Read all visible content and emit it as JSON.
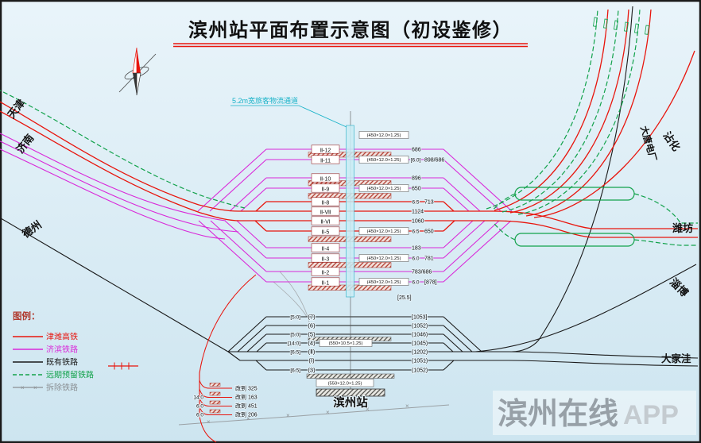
{
  "title": "滨州站平面布置示意图（初设鉴修）",
  "corridor_note": "5.2m宽旅客物流通道",
  "directions": {
    "tianjin": "天津",
    "jinan": "济南",
    "dezhou": "德州",
    "weifang": "潍坊",
    "zhanhua": "沾化",
    "datang": "大唐电厂",
    "zibo": "淄博",
    "dajiawa": "大家洼"
  },
  "station": {
    "name": "滨州站"
  },
  "platform_labels": {
    "hs": "(450×12.0×1.25)",
    "lower_mid": "(550×10.5×1.25)",
    "lower_bottom": "(550×12.0×1.25)",
    "throat": "[25.5]"
  },
  "upper_tracks": [
    {
      "id": "Ⅱ-12",
      "len": "686"
    },
    {
      "id": "Ⅱ-11",
      "width": "[6.0]",
      "len": "898/686"
    },
    {
      "id": "Ⅱ-10",
      "len": "896"
    },
    {
      "id": "Ⅱ-9",
      "len": "650"
    },
    {
      "id": "Ⅱ-8",
      "width": "6.5",
      "len": "713"
    },
    {
      "id": "Ⅱ-Ⅶ",
      "len": "1124"
    },
    {
      "id": "Ⅱ-Ⅵ",
      "len": "1060"
    },
    {
      "id": "Ⅱ-5",
      "width": "6.5",
      "len": "650"
    },
    {
      "id": "Ⅱ-4",
      "len": "183"
    },
    {
      "id": "Ⅱ-3",
      "width": "6.0",
      "len": "781"
    },
    {
      "id": "Ⅱ-2",
      "len": "783/686"
    },
    {
      "id": "Ⅱ-1",
      "width": "6.0",
      "len": "[878]"
    }
  ],
  "lower_tracks": [
    {
      "id": "(7)",
      "width": "[5.0]",
      "len": "[1053]"
    },
    {
      "id": "(6)",
      "len": "(1052)"
    },
    {
      "id": "(5)",
      "width": "[5.0]",
      "len": "(1046)"
    },
    {
      "id": "(4)",
      "width": "[14.0]",
      "len": "(1045)"
    },
    {
      "id": "(Ⅱ)",
      "width": "[6.5]",
      "len": "(1202)"
    },
    {
      "id": "(Ⅰ)",
      "len": "(1051)"
    },
    {
      "id": "(3)",
      "width": "[6.5]",
      "len": "(1052)"
    }
  ],
  "renovation_notes": [
    {
      "text": "改到 325"
    },
    {
      "width": "14.0",
      "text": "改到 163"
    },
    {
      "width": "6.0",
      "text": "改到 451"
    },
    {
      "width": "6.0",
      "text": "改到 206"
    }
  ],
  "legend": {
    "title": "图例：",
    "items": [
      {
        "label": "津潍高铁",
        "color": "#e8150d",
        "style": "solid"
      },
      {
        "label": "济滨铁路",
        "color": "#d929d9",
        "style": "solid"
      },
      {
        "label": "既有铁路",
        "color": "#1a1a1a",
        "style": "solid"
      },
      {
        "label": "远期预留铁路",
        "color": "#12a24b",
        "style": "dashed"
      },
      {
        "label": "拆除铁路",
        "color": "#8b9094",
        "style": "crossed"
      }
    ]
  },
  "watermark": {
    "text": "滨州在线",
    "suffix": "APP"
  }
}
